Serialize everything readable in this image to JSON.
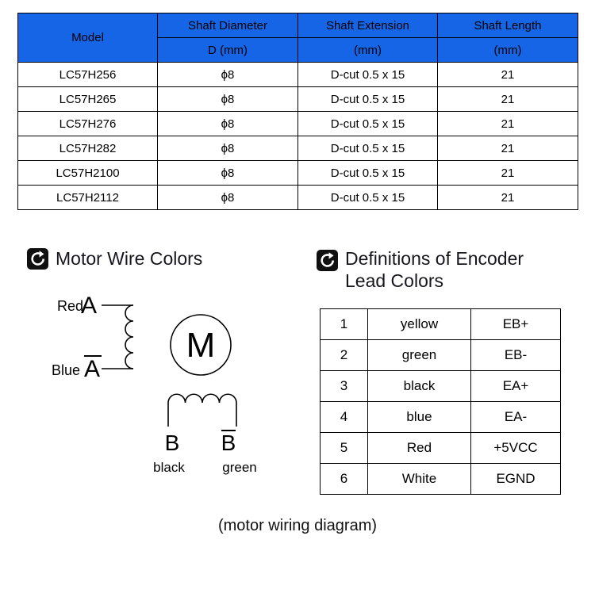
{
  "colors": {
    "header-blue": "#1565E6",
    "heading-text": "#16161E"
  },
  "spec_table": {
    "headers": {
      "model": "Model",
      "shaft_diameter": "Shaft Diameter",
      "shaft_diameter_unit": "D (mm)",
      "shaft_extension": "Shaft Extension",
      "shaft_extension_unit": "(mm)",
      "shaft_length": "Shaft Length",
      "shaft_length_unit": "(mm)"
    },
    "rows": [
      {
        "model": "LC57H256",
        "diameter": "ϕ8",
        "extension": "D-cut 0.5 x 15",
        "length": "21"
      },
      {
        "model": "LC57H265",
        "diameter": "ϕ8",
        "extension": "D-cut 0.5 x 15",
        "length": "21"
      },
      {
        "model": "LC57H276",
        "diameter": "ϕ8",
        "extension": "D-cut 0.5 x 15",
        "length": "21"
      },
      {
        "model": "LC57H282",
        "diameter": "ϕ8",
        "extension": "D-cut 0.5 x 15",
        "length": "21"
      },
      {
        "model": "LC57H2100",
        "diameter": "ϕ8",
        "extension": "D-cut 0.5 x 15",
        "length": "21"
      },
      {
        "model": "LC57H2112",
        "diameter": "ϕ8",
        "extension": "D-cut 0.5 x 15",
        "length": "21"
      }
    ]
  },
  "motor_section": {
    "icon": "circular-arrow-icon",
    "title": "Motor Wire Colors",
    "labels": {
      "red": "Red",
      "a": "A",
      "blue": "Blue",
      "a_bar": "A",
      "motor": "M",
      "b": "B",
      "b_bar": "B",
      "black": "black",
      "green": "green"
    }
  },
  "encoder_section": {
    "icon": "circular-arrow-icon",
    "title_line1": "Definitions of Encoder",
    "title_line2": "Lead Colors",
    "rows": [
      {
        "num": "1",
        "color": "yellow",
        "signal": "EB+"
      },
      {
        "num": "2",
        "color": "green",
        "signal": "EB-"
      },
      {
        "num": "3",
        "color": "black",
        "signal": "EA+"
      },
      {
        "num": "4",
        "color": "blue",
        "signal": "EA-"
      },
      {
        "num": "5",
        "color": "Red",
        "signal": "+5VCC"
      },
      {
        "num": "6",
        "color": "White",
        "signal": "EGND"
      }
    ]
  },
  "caption": "(motor wiring diagram)"
}
